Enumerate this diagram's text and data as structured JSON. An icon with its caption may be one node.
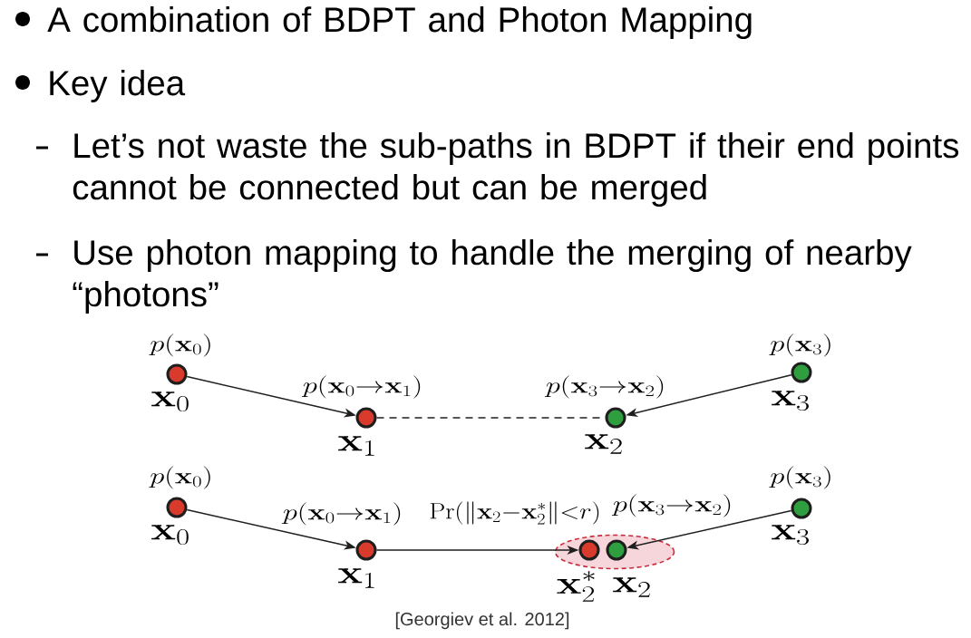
{
  "diagram": {
    "caption": "[Georgiev et al. 2012]",
    "nodes": [
      {
        "text": [],
        "shape": "circle",
        "beside": [
          "p(\\mathbf{x}_0)",
          "\\mathbf{x}_0"
        ]
      },
      {
        "text": [],
        "shape": "circle",
        "beside": [
          "\\mathbf{x}_1"
        ]
      },
      {
        "text": [],
        "shape": "circle",
        "beside": [
          "\\mathbf{x}_2"
        ]
      },
      {
        "text": [],
        "shape": "circle",
        "beside": [
          "p(\\mathbf{x}_3)",
          "\\mathbf{x}_3"
        ]
      },
      {
        "text": [],
        "shape": "circle",
        "beside": [
          "p(\\mathbf{x}_0)",
          "\\mathbf{x}_0"
        ]
      },
      {
        "text": [],
        "shape": "circle",
        "beside": [
          "\\mathbf{x}_1"
        ]
      },
      {
        "text": [],
        "shape": "ellipse"
      },
      {
        "text": [],
        "shape": "circle",
        "in": 6,
        "beside": [
          "\\mathbf{x}_2^*"
        ]
      },
      {
        "text": [],
        "shape": "circle",
        "in": 6,
        "beside": [
          "\\mathbf{x}_2"
        ]
      },
      {
        "text": [],
        "shape": "circle",
        "beside": [
          "p(\\mathbf{x}_3)",
          "\\mathbf{x}_3"
        ]
      }
    ],
    "edges": [
      {
        "from": 0,
        "to": 1,
        "arrow": "to",
        "label": "p(\\mathbf{x}_0{\\to}\\mathbf{x}_1)"
      },
      {
        "from": 1,
        "to": 2,
        "arrow": "none",
        "style": "dashed"
      },
      {
        "from": 3,
        "to": 2,
        "arrow": "to",
        "label": "p(\\mathbf{x}_3{\\to}\\mathbf{x}_2)"
      },
      {
        "from": 4,
        "to": 5,
        "arrow": "to",
        "label": "p(\\mathbf{x}_0{\\to}\\mathbf{x}_1)"
      },
      {
        "from": 5,
        "to": 7,
        "arrow": "to",
        "label": "\\mathrm{Pr}(\\|\\mathbf{x}_2{-}\\mathbf{x}_2^*\\|{<}r)"
      },
      {
        "from": 9,
        "to": 8,
        "arrow": "to",
        "label": "p(\\mathbf{x}_3{\\to}\\mathbf{x}_2)"
      }
    ],
    "labels": [
      "A combination of BDPT and Photon Mapping",
      "Key idea",
      "Let’s not waste the sub-paths in BDPT if their end points cannot be connected but can be merged",
      "Use photon mapping to handle the merging of nearby “photons”"
    ]
  }
}
